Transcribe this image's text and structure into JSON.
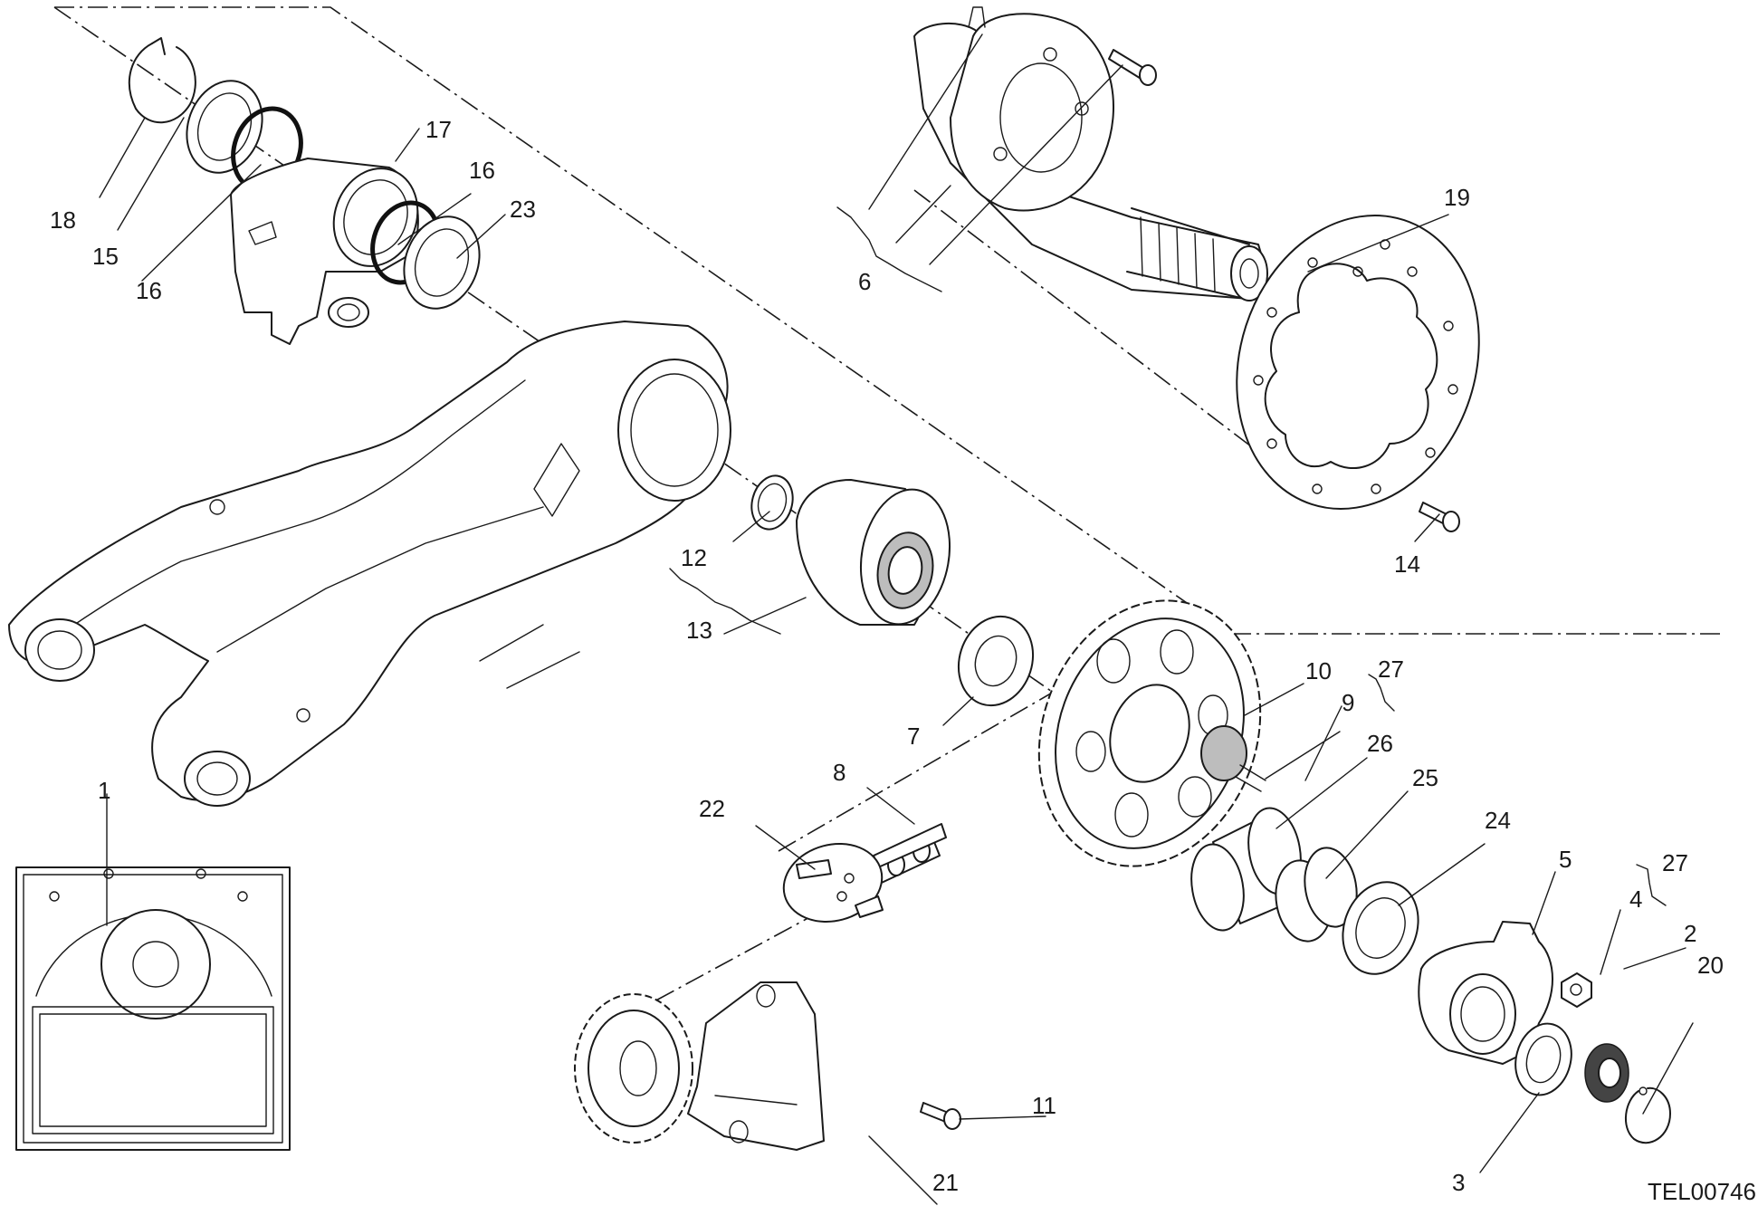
{
  "diagram": {
    "drawing_code": "TEL00746",
    "callouts": {
      "c1": "1",
      "c2": "2",
      "c3": "3",
      "c4": "4",
      "c5": "5",
      "c6": "6",
      "c7": "7",
      "c8": "8",
      "c9": "9",
      "c10": "10",
      "c11": "11",
      "c12": "12",
      "c13": "13",
      "c14": "14",
      "c15": "15",
      "c16a": "16",
      "c16b": "16",
      "c17": "17",
      "c18": "18",
      "c19": "19",
      "c20": "20",
      "c21": "21",
      "c22": "22",
      "c23": "23",
      "c24": "24",
      "c25": "25",
      "c26": "26",
      "c27a": "27",
      "c27b": "27"
    },
    "colors": {
      "line": "#1a1a1a",
      "background": "#ffffff",
      "shade": "#bdbdbd"
    }
  }
}
